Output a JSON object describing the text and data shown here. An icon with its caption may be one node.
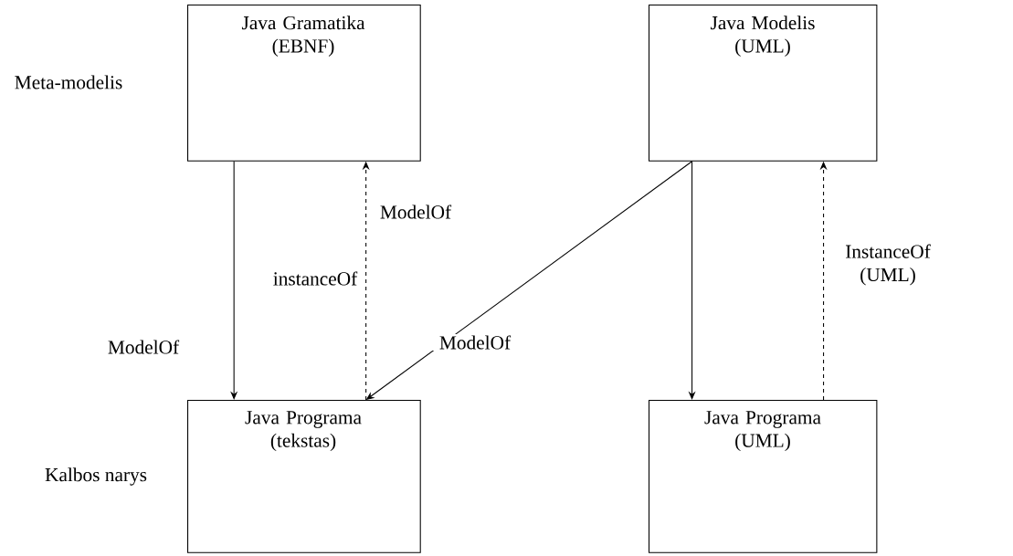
{
  "diagram": {
    "nodes": [
      {
        "text": [
          "Java Gramatika (EBNF)"
        ]
      },
      {
        "text": [
          "Java Modelis (UML)"
        ]
      },
      {
        "text": [
          "Java Programa (tekstas)"
        ]
      },
      {
        "text": [
          "Java Programa (UML)"
        ]
      }
    ],
    "edges": [
      {
        "from": 0,
        "to": 2,
        "arrow": "to",
        "label": "ModelOf"
      },
      {
        "from": 2,
        "to": 0,
        "arrow": "to",
        "style": "dashed",
        "label": "instanceOf"
      },
      {
        "from": 1,
        "to": 2,
        "arrow": "to",
        "label": "ModelOf"
      },
      {
        "from": 1,
        "to": 3,
        "arrow": "to"
      },
      {
        "from": 3,
        "to": 1,
        "arrow": "to",
        "style": "dashed",
        "label": "InstanceOf (UML)"
      }
    ],
    "labels": [
      "Meta-modelis",
      "Kalbos narys",
      "ModelOf"
    ]
  }
}
